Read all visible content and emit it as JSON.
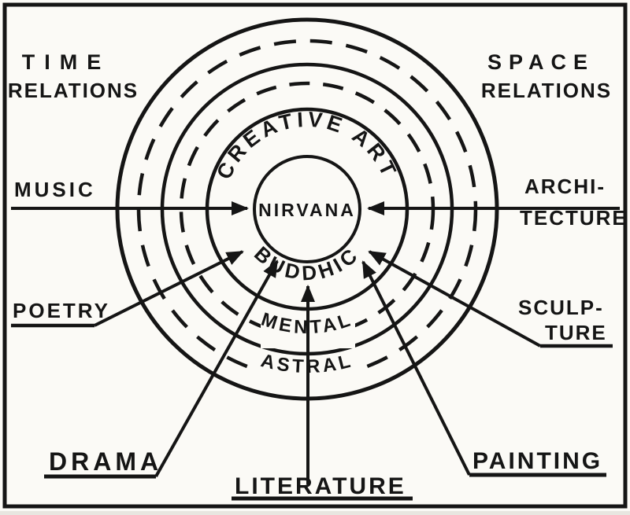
{
  "colors": {
    "ink": "#151515",
    "paper": "#fbfaf6"
  },
  "center": {
    "label": "NIRVANA"
  },
  "rings": {
    "creative_art": "CREATIVE ART",
    "buddhic": "BUDDHIC",
    "mental": "MENTAL",
    "astral": "ASTRAL"
  },
  "corners": {
    "top_left": {
      "line1": "TIME",
      "line2": "RELATIONS"
    },
    "top_right": {
      "line1": "SPACE",
      "line2": "RELATIONS"
    }
  },
  "arts": {
    "music": {
      "label": "MUSIC"
    },
    "architecture": {
      "line1": "ARCHI-",
      "line2": "TECTURE"
    },
    "poetry": {
      "label": "POETRY"
    },
    "sculpture": {
      "line1": "SCULP-",
      "line2": "TURE"
    },
    "drama": {
      "label": "DRAMA"
    },
    "literature": {
      "label": "LITERATURE"
    },
    "painting": {
      "label": "PAINTING"
    }
  }
}
